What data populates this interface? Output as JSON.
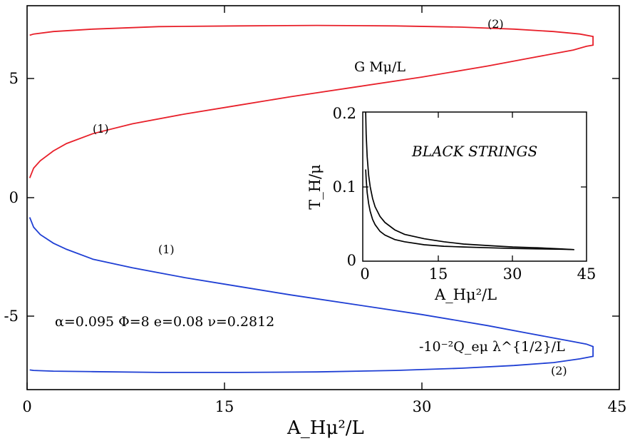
{
  "chart_data": [
    {
      "type": "line",
      "xlabel": "A_Hμ²/L",
      "xlim": [
        0,
        45
      ],
      "ylim": [
        -7.8,
        7.8
      ],
      "x_ticks": [
        "0",
        "15",
        "30",
        "45"
      ],
      "y_ticks": [
        "5",
        "0",
        "-5"
      ],
      "grid": false,
      "parameters_text": "α=0.095 Φ=8 e=0.08 ν=0.2812",
      "series": [
        {
          "name": "G Mμ/L",
          "color": "#e8202a",
          "x": [
            0.2,
            0.5,
            1,
            2,
            3,
            5,
            8,
            12,
            16,
            20,
            25,
            30,
            35,
            38,
            40,
            41.5,
            42.5,
            43,
            43,
            42,
            40,
            37,
            33,
            28,
            22,
            16,
            10,
            5,
            2,
            0.5,
            0.2
          ],
          "y": [
            0.8,
            1.2,
            1.5,
            1.9,
            2.2,
            2.6,
            3.0,
            3.4,
            3.75,
            4.1,
            4.5,
            4.9,
            5.35,
            5.65,
            5.85,
            6.0,
            6.15,
            6.2,
            6.55,
            6.65,
            6.75,
            6.85,
            6.93,
            6.98,
            7.0,
            6.98,
            6.95,
            6.85,
            6.75,
            6.65,
            6.6
          ],
          "annotations": [
            "(1)",
            "(2)"
          ]
        },
        {
          "name": "-10⁻²Q_eμ λ^{1/2}/L",
          "color": "#1f3fd4",
          "x": [
            0.2,
            0.5,
            1,
            2,
            3,
            5,
            8,
            12,
            16,
            20,
            25,
            30,
            35,
            38,
            40,
            41.5,
            42.5,
            43,
            43,
            42,
            40,
            37,
            33,
            28,
            22,
            16,
            10,
            5,
            2,
            0.5,
            0.2
          ],
          "y": [
            -0.8,
            -1.2,
            -1.5,
            -1.85,
            -2.1,
            -2.5,
            -2.85,
            -3.25,
            -3.6,
            -3.95,
            -4.35,
            -4.75,
            -5.2,
            -5.5,
            -5.7,
            -5.85,
            -5.95,
            -6.05,
            -6.45,
            -6.55,
            -6.7,
            -6.82,
            -6.93,
            -7.02,
            -7.08,
            -7.1,
            -7.1,
            -7.07,
            -7.05,
            -7.02,
            -7.0
          ],
          "annotations": [
            "(1)",
            "(2)"
          ]
        }
      ]
    },
    {
      "type": "line",
      "title": "BLACK STRINGS",
      "xlabel": "A_Hμ²/L",
      "ylabel": "T_H/μ",
      "xlim": [
        -0.5,
        45
      ],
      "ylim": [
        0,
        0.2
      ],
      "x_ticks": [
        "0",
        "15",
        "30",
        "45"
      ],
      "y_ticks": [
        "0.2",
        "0.1",
        "0"
      ],
      "grid": false,
      "series": [
        {
          "color": "#000000",
          "x": [
            0.1,
            0.2,
            0.4,
            0.7,
            1,
            1.5,
            2,
            3,
            4,
            6,
            8,
            12,
            16,
            20,
            25,
            30,
            35,
            40,
            42.5
          ],
          "y": [
            0.2,
            0.17,
            0.14,
            0.115,
            0.1,
            0.084,
            0.073,
            0.06,
            0.052,
            0.042,
            0.036,
            0.03,
            0.026,
            0.023,
            0.021,
            0.019,
            0.018,
            0.0165,
            0.0155
          ]
        },
        {
          "color": "#000000",
          "x": [
            0.1,
            0.2,
            0.4,
            0.7,
            1,
            1.5,
            2,
            3,
            4,
            6,
            8,
            12,
            16,
            20,
            25,
            30,
            35,
            40,
            42.5
          ],
          "y": [
            0.123,
            0.11,
            0.092,
            0.077,
            0.067,
            0.056,
            0.049,
            0.04,
            0.035,
            0.029,
            0.026,
            0.022,
            0.02,
            0.019,
            0.018,
            0.017,
            0.0165,
            0.016,
            0.0155
          ]
        }
      ]
    }
  ]
}
